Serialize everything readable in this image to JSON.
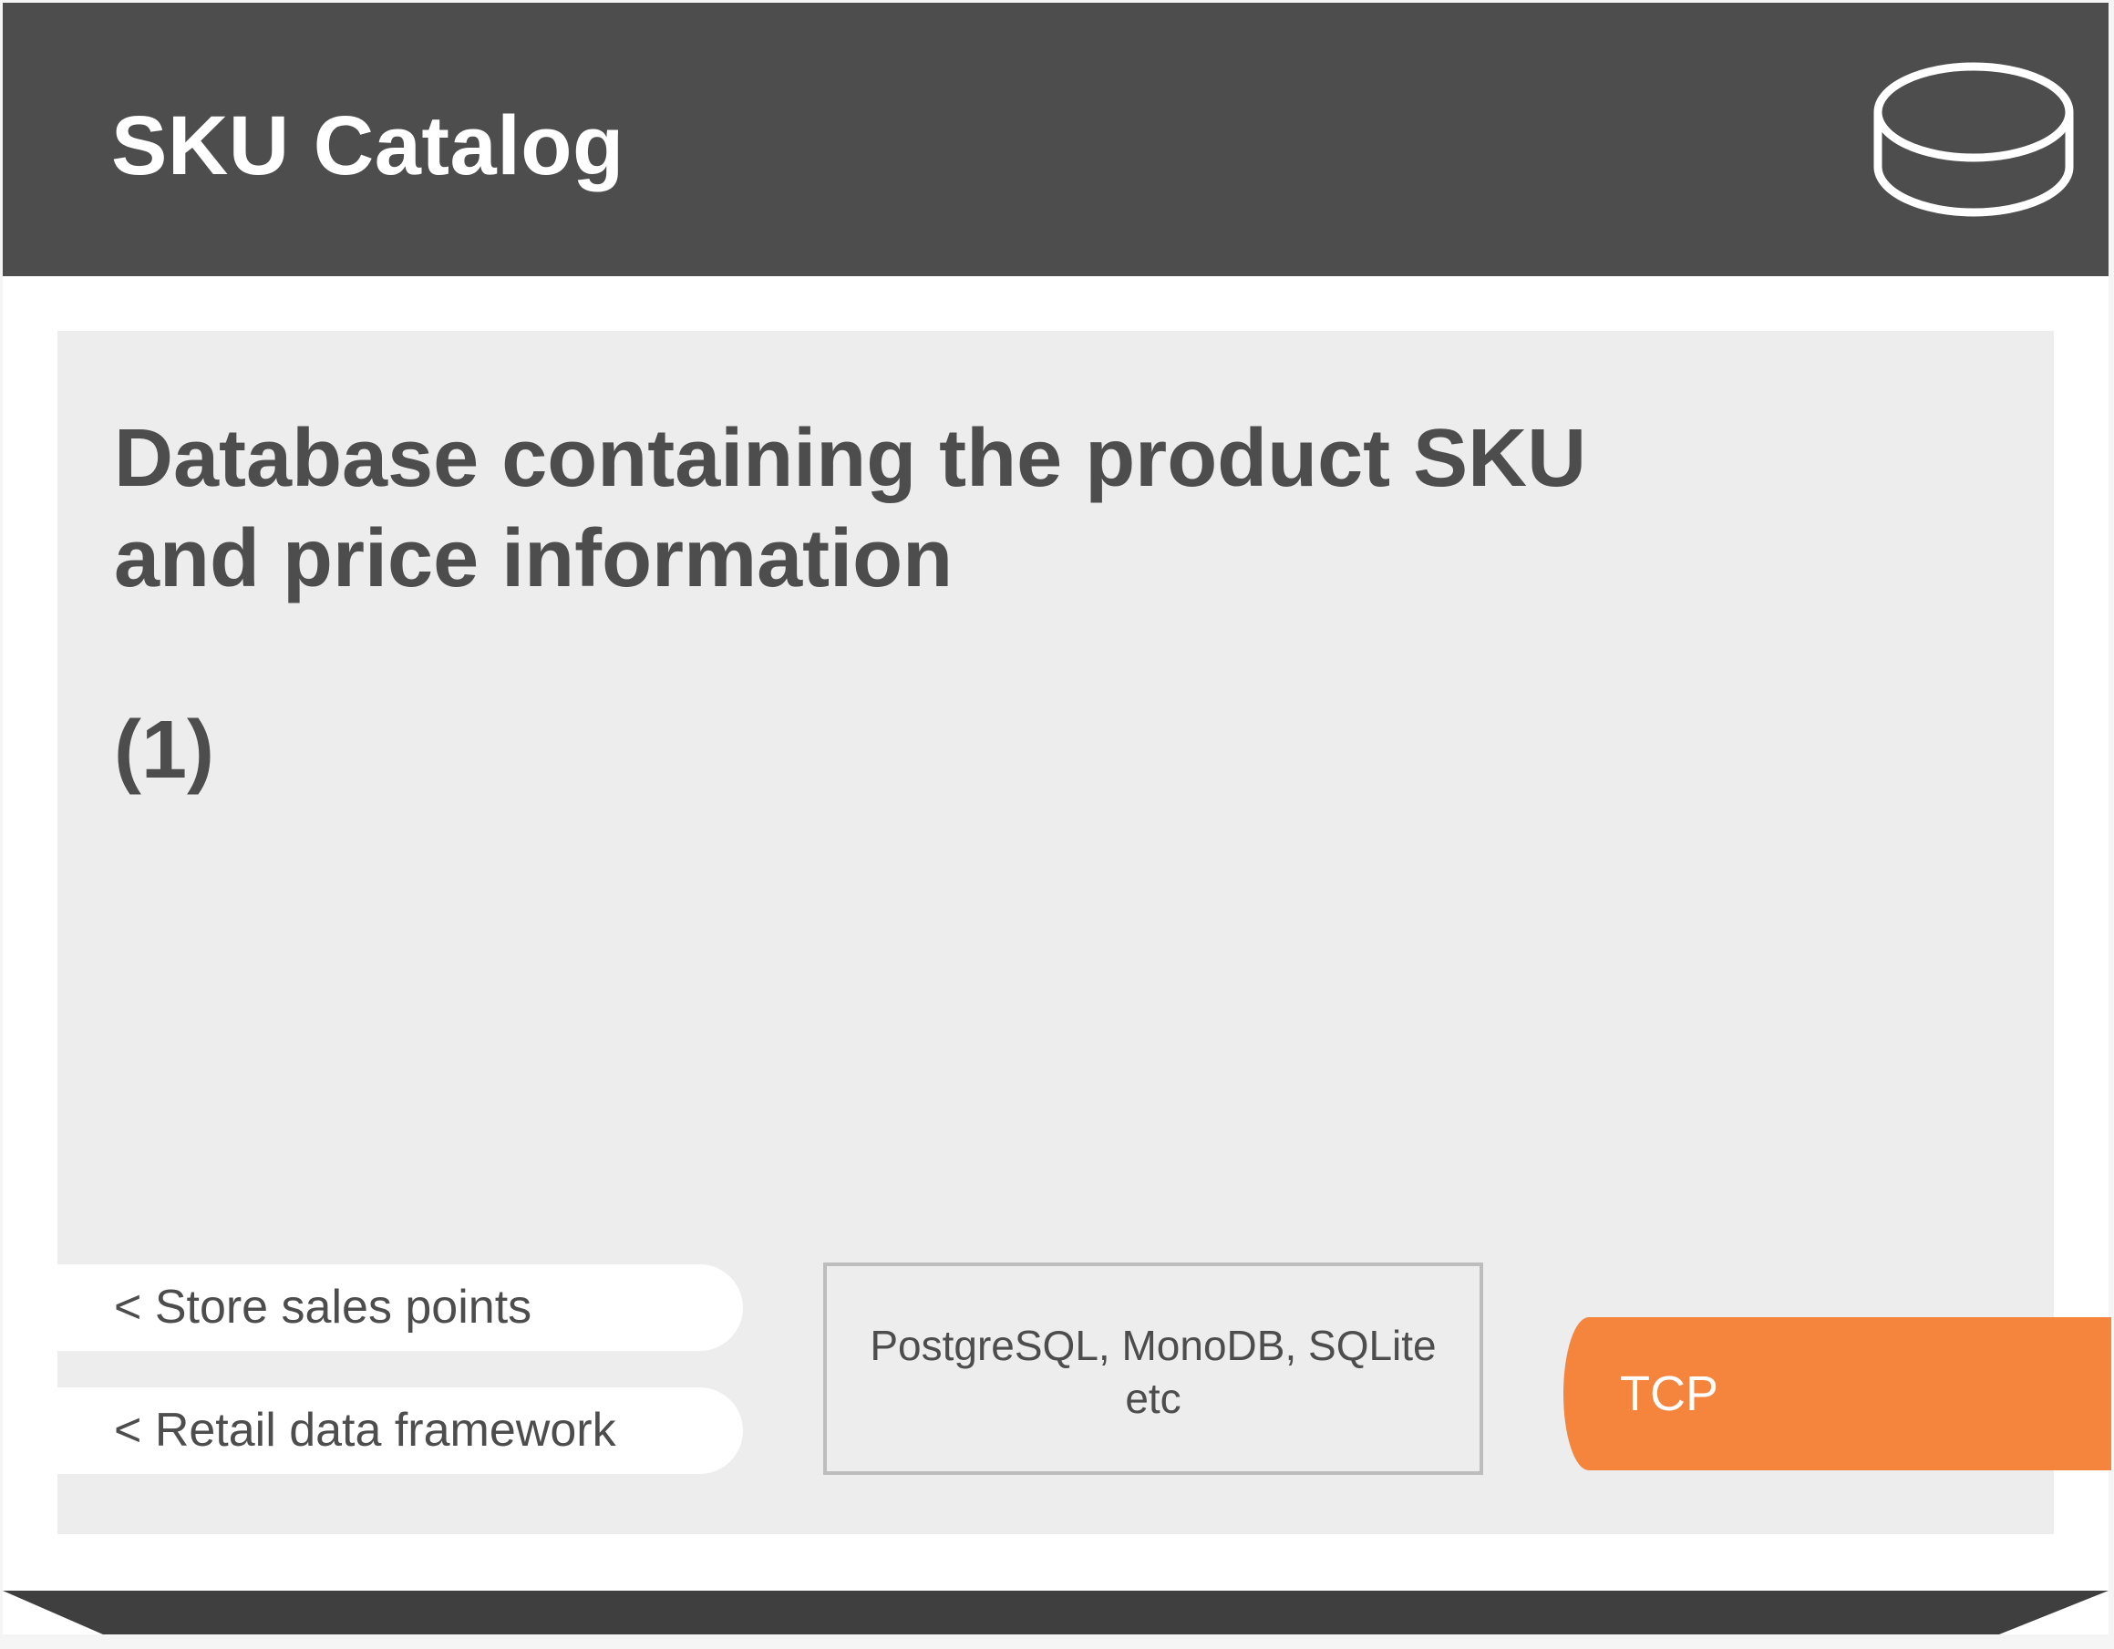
{
  "header": {
    "title": "SKU Catalog",
    "icon": "database-icon",
    "background": "#4d4d4d"
  },
  "panel": {
    "description": "Database containing the product SKU and price information",
    "note": "(1)",
    "background": "#ededed"
  },
  "links": [
    {
      "label": "< Store sales points"
    },
    {
      "label": "< Retail data framework"
    }
  ],
  "technologies": {
    "line1": "PostgreSQL, MonoDB, SQLite",
    "line2": "etc"
  },
  "protocol": {
    "label": "TCP",
    "color": "#f5843c"
  }
}
